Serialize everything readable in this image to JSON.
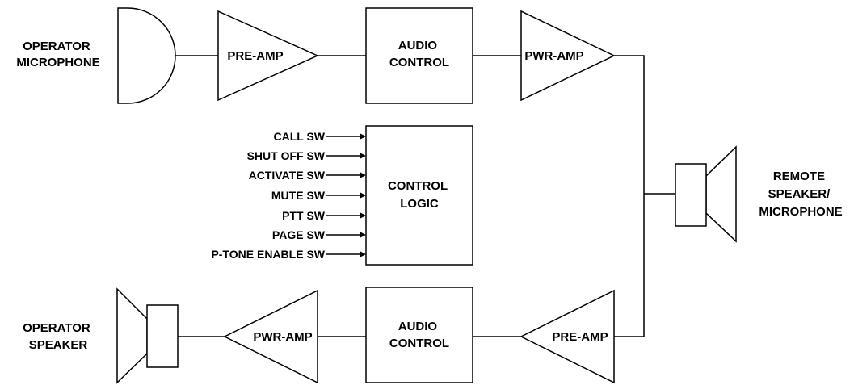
{
  "labels": {
    "operator_microphone": [
      "OPERATOR",
      "MICROPHONE"
    ],
    "operator_speaker": [
      "OPERATOR",
      "SPEAKER"
    ],
    "remote": [
      "REMOTE",
      "SPEAKER/",
      "MICROPHONE"
    ],
    "preamp_top": "PRE-AMP",
    "audio_control_top": [
      "AUDIO",
      "CONTROL"
    ],
    "pwramp_top": "PWR-AMP",
    "control_logic": [
      "CONTROL",
      "LOGIC"
    ],
    "pwramp_bottom": "PWR-AMP",
    "audio_control_bottom": [
      "AUDIO",
      "CONTROL"
    ],
    "preamp_bottom": "PRE-AMP"
  },
  "switches": [
    "CALL SW",
    "SHUT OFF SW",
    "ACTIVATE SW",
    "MUTE SW",
    "PTT SW",
    "PAGE SW",
    "P-TONE ENABLE SW"
  ]
}
